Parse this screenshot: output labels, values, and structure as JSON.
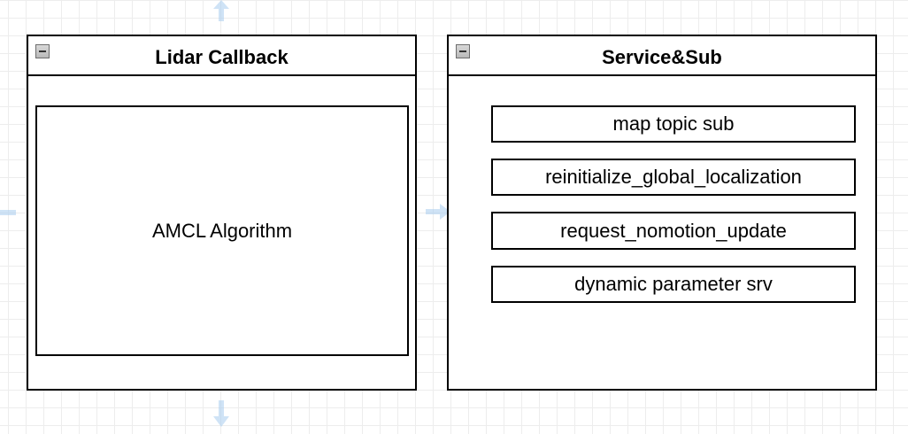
{
  "containers": [
    {
      "title": "Lidar Callback",
      "collapse_icon": "minus-box-icon",
      "children": [
        {
          "label": "AMCL Algorithm"
        }
      ]
    },
    {
      "title": "Service&Sub",
      "collapse_icon": "minus-box-icon",
      "children": [
        {
          "label": "map topic sub"
        },
        {
          "label": "reinitialize_global_localization"
        },
        {
          "label": "request_nomotion_update"
        },
        {
          "label": "dynamic parameter srv"
        }
      ]
    }
  ],
  "colors": {
    "grid": "#ededed",
    "stroke": "#000000",
    "guide_arrow": "#bfd9f2"
  },
  "hover_guides": [
    "arrow-up-icon",
    "arrow-down-icon",
    "arrow-left-icon",
    "arrow-right-icon"
  ]
}
